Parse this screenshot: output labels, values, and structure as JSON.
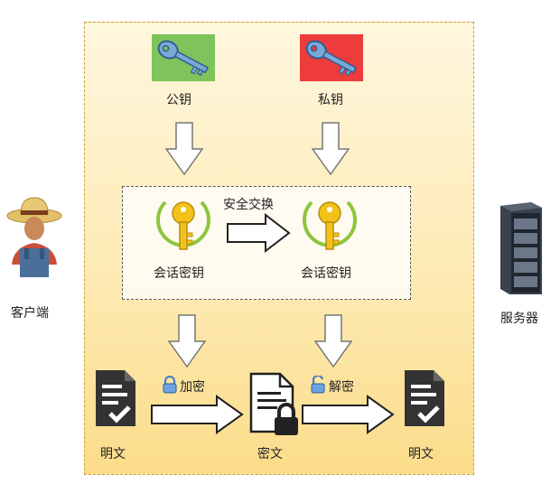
{
  "keys": {
    "public": "公钥",
    "private": "私钥"
  },
  "session": {
    "left": "会话密钥",
    "right": "会话密钥",
    "exchange": "安全交换"
  },
  "actors": {
    "client": "客户端",
    "server": "服务器"
  },
  "ops": {
    "encrypt": "加密",
    "decrypt": "解密"
  },
  "docs": {
    "plain_left": "明文",
    "cipher": "密文",
    "plain_right": "明文"
  },
  "colors": {
    "public_key_bg": "#7fc35a",
    "private_key_bg": "#ee3b3b",
    "panel_bg": "#fde9b0",
    "gold_key": "#f2c21a"
  },
  "icons": [
    "key-icon",
    "padlock-icon",
    "document-check-icon",
    "document-locked-icon",
    "farmer-avatar-icon",
    "server-rack-icon"
  ]
}
